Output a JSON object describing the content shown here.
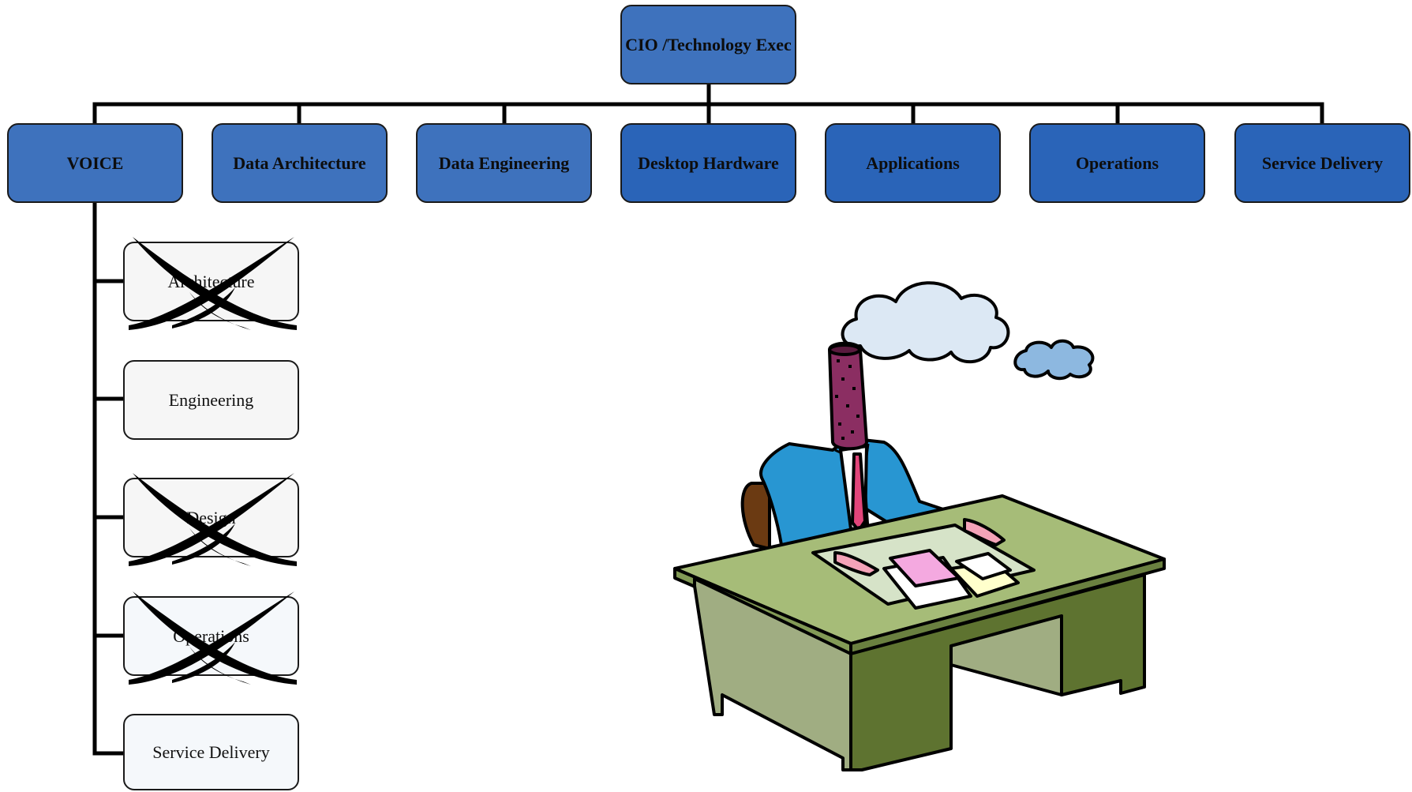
{
  "executive": {
    "label": "CIO /Technology Exec",
    "color": "#3e72bd"
  },
  "departments": [
    {
      "label": "VOICE",
      "color": "#3e72bd"
    },
    {
      "label": "Data Architecture",
      "color": "#3e72bd"
    },
    {
      "label": "Data Engineering",
      "color": "#3e72bd"
    },
    {
      "label": "Desktop Hardware",
      "color": "#2a64b8"
    },
    {
      "label": "Applications",
      "color": "#2a64b8"
    },
    {
      "label": "Operations",
      "color": "#2a64b8"
    },
    {
      "label": "Service Delivery",
      "color": "#2a64b8"
    }
  ],
  "voice_subunits": [
    {
      "label": "Architecture",
      "crossed_out": true,
      "color": "#f6f6f6"
    },
    {
      "label": "Engineering",
      "crossed_out": false,
      "color": "#f6f6f6"
    },
    {
      "label": "Design",
      "crossed_out": true,
      "color": "#f6f6f6"
    },
    {
      "label": "Operations",
      "crossed_out": true,
      "color": "#f5f8fb"
    },
    {
      "label": "Service Delivery",
      "crossed_out": false,
      "color": "#f5f8fb"
    }
  ],
  "illustration": {
    "icon": "executive-at-desk-with-smokestack-head-icon"
  }
}
